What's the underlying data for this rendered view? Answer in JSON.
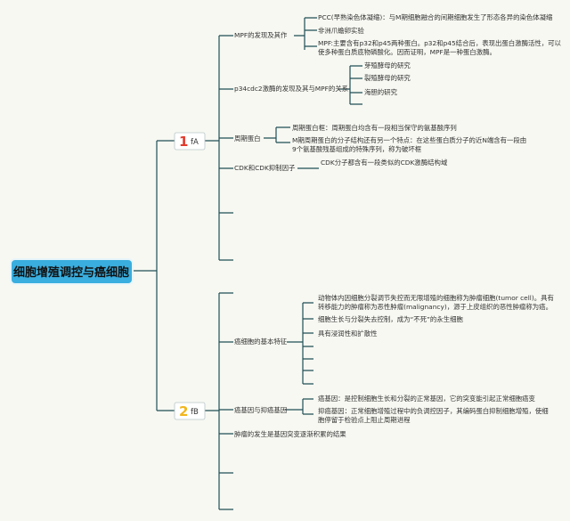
{
  "root": {
    "label": "细胞增殖调控与癌细胞"
  },
  "branches": [
    {
      "number": "1",
      "number_color": "#e23b2e",
      "label": "fA"
    },
    {
      "number": "2",
      "number_color": "#f2b61c",
      "label": "fB"
    }
  ],
  "topics": [
    "MPF的发现及其作",
    "p34cdc2激酶的发现及其与MPF的关系",
    "周期蛋白",
    "CDK和CDK抑制因子",
    "癌细胞的基本特征",
    "癌基因与抑癌基因",
    "肿瘤的发生是基因突变逐渐积累的结果"
  ],
  "details": {
    "mpf": [
      "PCC(早熟染色体凝缩)：与M期细胞融合的间期细胞发生了形态各异的染色体凝缩",
      "非洲爪蟾卵实验",
      "MPF:主要含有p32和p45两种蛋白。p32和p45结合后，表现出蛋白激酶活性，可以",
      "使多种蛋白质底物磷酸化。因而证明，MPF是一种蛋白激酶。"
    ],
    "p34": [
      "芽殖酵母的研究",
      "裂殖酵母的研究",
      "海胆的研究"
    ],
    "cyclin": [
      "周期蛋白框：周期蛋白均含有一段相当保守的氨基酸序列",
      "M期周期蛋白的分子结构还有另一个特点：在这些蛋白质分子的近N端含有一段由",
      "9个氨基酸残基组成的特殊序列，称为破坏框"
    ],
    "cdk": [
      "CDK分子都含有一段类似的CDK激酶结构域"
    ],
    "cancer": [
      "动物体内因细胞分裂调节失控而无限增殖的细胞称为肿瘤细胞(tumor cell)。具有",
      "转移能力的肿瘤称为恶性肿瘤(malignancy)，源于上皮组织的恶性肿瘤称为癌。",
      "细胞生长与分裂失去控制，成为“不死”的永生细胞",
      "具有浸润性和扩散性"
    ],
    "oncogene": [
      "癌基因：是控制细胞生长和分裂的正常基因，它的突变能引起正常细胞癌变",
      "抑癌基因：正常细胞增殖过程中的负调控因子，其编码蛋白抑制细胞增殖，使细",
      "胞停留于检验点上阻止周期进程"
    ]
  }
}
